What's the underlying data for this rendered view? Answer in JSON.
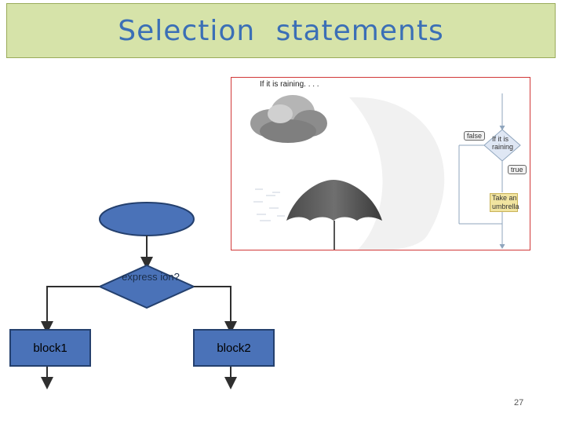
{
  "slide": {
    "title": "Selection   statements",
    "page_number": "27"
  },
  "flowchart": {
    "diamond_label": "express ion?",
    "block1_label": "block1",
    "block2_label": "block2"
  },
  "illustration": {
    "caption": "If it is raining. . . .",
    "false_label": "false",
    "condition_label": "If it is raining",
    "true_label": "true",
    "action_label": "Take an umbrella"
  },
  "colors": {
    "title_bg": "#d6e3a9",
    "title_text": "#3b6fb6",
    "shape_fill": "#4a72b8",
    "shape_border": "#24406e",
    "photo_border": "#d13838"
  }
}
